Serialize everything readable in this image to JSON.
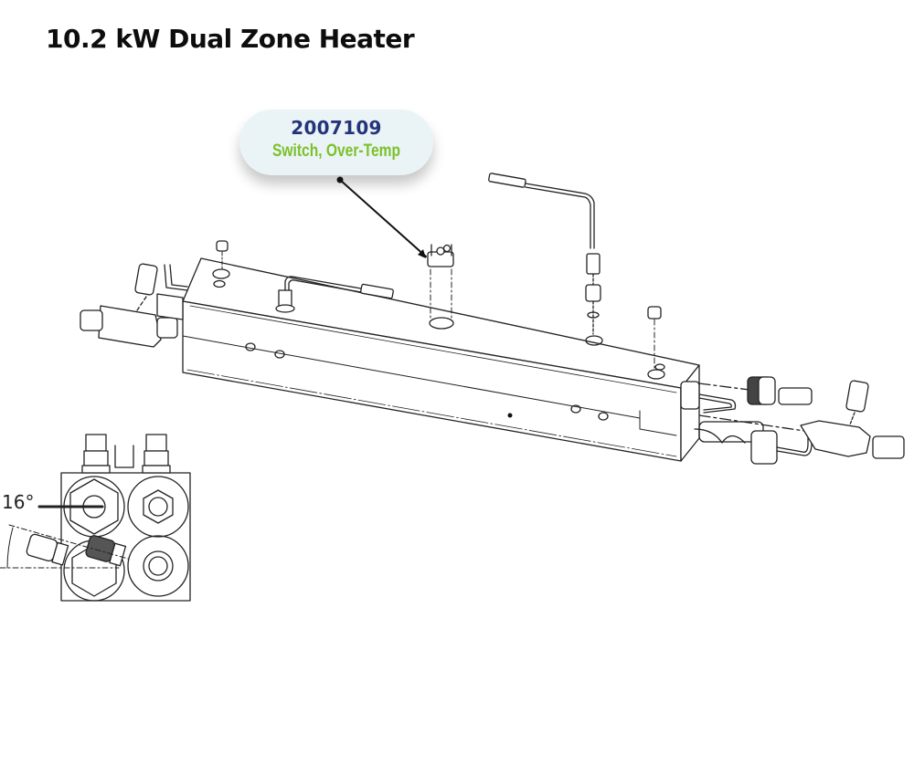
{
  "page": {
    "title": "10.2 kW Dual Zone Heater"
  },
  "callout": {
    "part_number": "2007109",
    "part_description": "Switch, Over-Temp",
    "colors": {
      "background": "#eaf4f6",
      "part_number": "#24347a",
      "part_description": "#7cc02a"
    }
  },
  "detail_view": {
    "angle_label": "16°"
  },
  "colors": {
    "line": "#222222",
    "leader": "#111111"
  }
}
